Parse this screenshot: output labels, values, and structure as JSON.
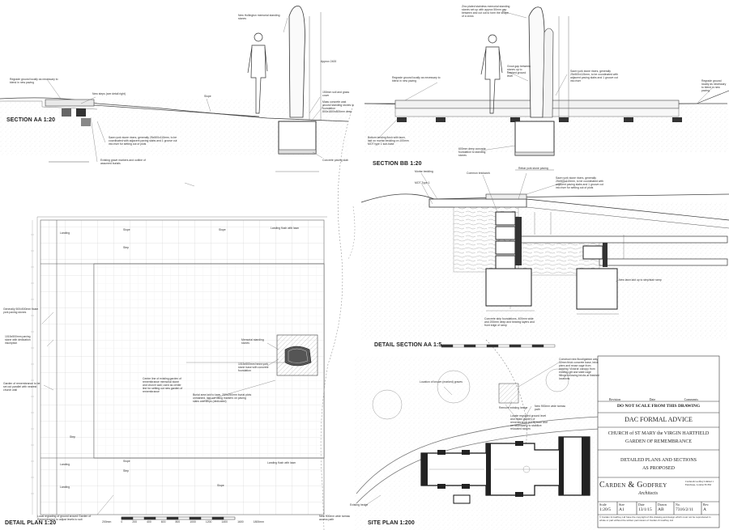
{
  "titles": {
    "section_aa": "SECTION AA 1:20",
    "section_bb": "SECTION BB 1:20",
    "detail_plan": "DETAIL PLAN 1:20",
    "detail_section": "DETAIL SECTION AA 1:5",
    "site_plan": "SITE PLAN 1:200"
  },
  "notes": {
    "aa_new_stone": "New Hollington memorial standing stones",
    "aa_regrade": "Regrade ground locally as necessary to blend in new paving",
    "aa_steps": "New steps (see detail right)",
    "aa_slope": "Slope",
    "aa_approx": "Approx 2400",
    "aa_concrete": "150mm soil and grass cover",
    "aa_found": "Mass concrete cast around standing stones in foundation 800x1800x800mm deep",
    "aa_sawn": "Sawn york stone risers, generally 25x500x115mm, to be coordinated with adjacent paving slabs and 1 groove cut into riser for setting out of plots",
    "aa_existing": "Existing grave markers and outline of assumed burials",
    "aa_concrete_pad": "Concrete paving slab",
    "bb_zinc": "Zinc plated stainless memorial standing stones set up with approx 50mm gap between and cut out to form the shape of a cross",
    "bb_grout": "Grout gap between stones up to finished ground level",
    "bb_regrade": "Regrade ground locally as necessary to blend in new paving",
    "bb_sawn": "Sawn york stone risers, generally 25x500x115mm, to be coordinated with adjacent paving slabs and 1 groove cut into riser",
    "bb_bottom": "Bottom landing flush with lawn, laid on mortar bedding on 100mm MOT type 1 sub-base",
    "bb_found": "600mm deep concrete foundation to standing stones",
    "bb_regrade_r": "Regrade ground locally as necessary to blend in new paving",
    "plan_landing": "Landing",
    "plan_slope": "Slope",
    "plan_step": "Step",
    "plan_landing_flush": "Landing flush with lawn",
    "plan_generally": "Generally 500x500mm fixam york paving stones",
    "plan_1015": "1015x500mm paving stone with dedication inscription",
    "plan_garden": "Garden of remembrance to be set out parallel with nearest church wall",
    "plan_memorial": "Memorial standing stones",
    "plan_1015b": "1015x500mm hewn york stone base with concrete foundation",
    "plan_centre": "Centre line of existing garden of remembrance memorial stone and church wall, used as center line for setting out new garden of remembrance",
    "plan_burial": "Burial area laid to lawn, 250x250mm burial plots unmarked, laid out using markers on paving slabs and steps (dedicated)",
    "plan_local": "Local regrading of ground around Garden of Remembrance to adjust levels to suit",
    "plan_new_path": "New 900mm wide tarmac access path",
    "ds_mortar": "Mortar bedding",
    "ds_mot": "MOT Type 1",
    "ds_common": "Common brickwork",
    "ds_sawn": "Sawn york stone risers, generally 25x500x115mm, to be coordinated with adjacent paving slabs and 1 groove cut into riser for setting out of plots",
    "ds_rebar": "Rebar york stone paving",
    "ds_concrete": "Concrete strip foundations, 400mm wide and 200mm deep and bearing layers and front edge of ramp",
    "ds_new_lawn": "New lawn laid up to step/stair ramp",
    "sp_location": "Location of known (marked) graves",
    "sp_construct": "Construct new flood/gabion way 50mm thick concrete base, brick piers and reuse cage from existing 'Victoria' canopy from existing gilt and slate cage fillings following bricks at finished locations",
    "sp_remove": "Remove existing hedge",
    "sp_new_path": "New 900mm wide tarmac path",
    "sp_locate": "Locate regraded ground level and retain garden of remembrance (GTR) from and on necessarily to stabilize relocated stones",
    "sp_existing_hedge": "Existing hedge"
  },
  "scale_bar": {
    "labels": [
      "200mm",
      "0",
      "200",
      "400",
      "600",
      "800",
      "1000",
      "1200",
      "1400",
      "1600",
      "1800mm"
    ]
  },
  "title_block": {
    "rev_header": [
      "Revision",
      "Date",
      "Comments"
    ],
    "do_not_scale": "DO NOT SCALE FROM THIS DRAWING",
    "status": "DAC FORMAL ADVICE",
    "project_line1": "CHURCH of ST MARY the VIRGIN HARTFIELD",
    "project_line2": "GARDEN OF REMEMBRANCE",
    "drawing_line1": "DETAILED PLANS AND SECTIONS",
    "drawing_line2": "AS PROPOSED",
    "firm_name": "Carden & Godfrey",
    "firm_sub": "Architects",
    "firm_address": "Carden & Godfrey Limited 1 Eastcheap, London EC3M",
    "field_labels": [
      "Scale",
      "Size",
      "Date",
      "Drawn",
      "No.",
      "Rev."
    ],
    "field_values": [
      "1:20/5",
      "A1",
      "13/1/15",
      "AB",
      "7316/2/11",
      "A"
    ],
    "copyright": "© Carden & Godfrey Ltd have the copyright of this drawing and design which must not be reproduced in whole or part without the written permission of Carden & Godfrey Ltd"
  }
}
